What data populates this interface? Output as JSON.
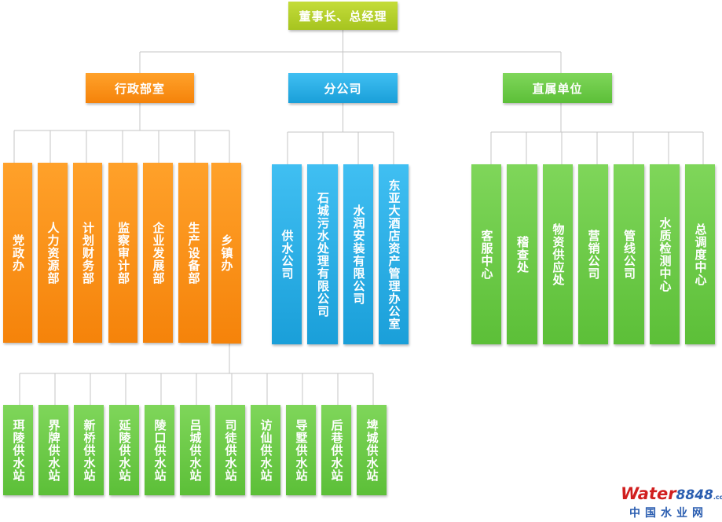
{
  "org": {
    "top": "董事长、总经理",
    "groups": [
      {
        "label": "行政部室",
        "color": "orange",
        "children": [
          "党政办",
          "人力资源部",
          "计划财务部",
          "监察审计部",
          "企业发展部",
          "生产设备部",
          "乡镇办"
        ]
      },
      {
        "label": "分公司",
        "color": "blue",
        "children": [
          "供水公司",
          "石城污水处理有限公司",
          "水润安装有限公司",
          "东亚大酒店资产管理办公室"
        ]
      },
      {
        "label": "直属单位",
        "color": "green",
        "children": [
          "客服中心",
          "稽查处",
          "物资供应处",
          "营销公司",
          "管线公司",
          "水质检测中心",
          "总调度中心"
        ]
      }
    ],
    "stations": [
      "珥陵供水站",
      "界牌供水站",
      "新桥供水站",
      "延陵供水站",
      "陵口供水站",
      "吕城供水站",
      "司徒供水站",
      "访仙供水站",
      "导墅供水站",
      "后巷供水站",
      "埤城供水站"
    ]
  },
  "watermark": {
    "brand": "Water",
    "number": "8848",
    "suffix": ".com",
    "subtitle": "中国水业网"
  }
}
